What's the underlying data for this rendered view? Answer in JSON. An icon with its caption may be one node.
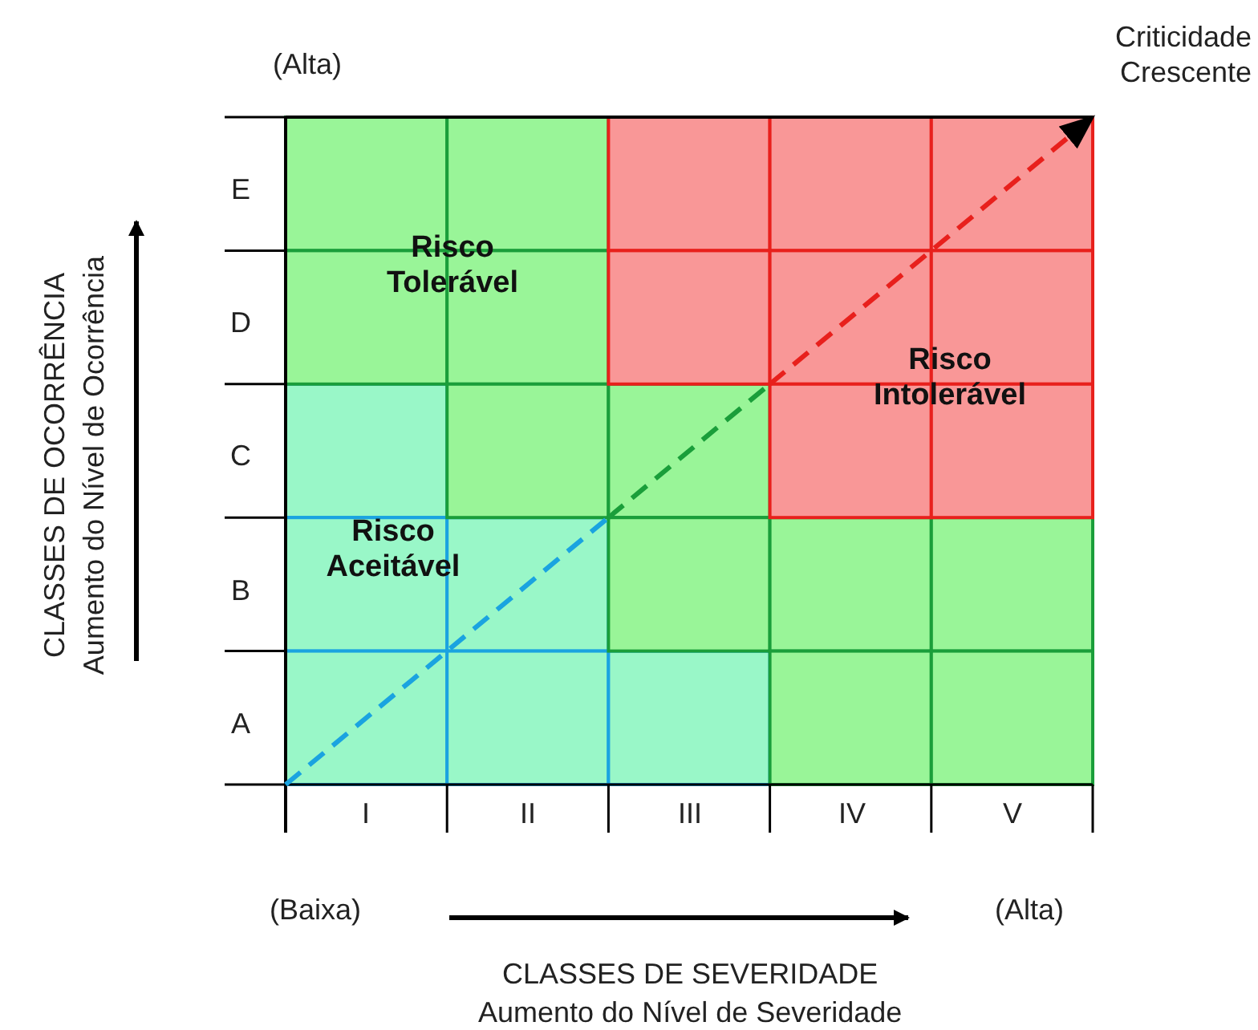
{
  "diagram": {
    "labels": [
      "(Alta)",
      "Criticidade Crescente",
      "E",
      "Risco Tolerável",
      "D",
      "Risco Intolerável",
      "C",
      "B",
      "Risco Aceitável",
      "A",
      "I",
      "II",
      "III",
      "IV",
      "V",
      "(Baixa)",
      "(Alta)",
      "CLASSES DE SEVERIDADE",
      "Aumento do Nível de Severidade",
      "CLASSES DE OCORRÊNCIA",
      "Aumento do Nível de Ocorrência"
    ]
  }
}
